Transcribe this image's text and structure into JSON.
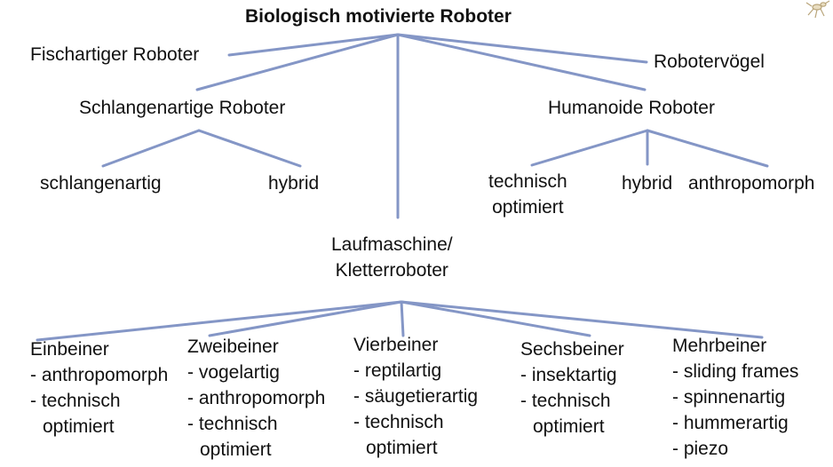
{
  "title": "Biologisch motivierte Roboter",
  "level1": {
    "fisch": "Fischartiger Roboter",
    "voegel": "Robotervögel",
    "schlange": "Schlangenartige Roboter",
    "humanoid": "Humanoide Roboter",
    "lauf": [
      "Laufmaschine/",
      "Kletterroboter"
    ]
  },
  "schlange_children": [
    "schlangenartig",
    "hybrid"
  ],
  "humanoid_children": {
    "technisch": [
      "technisch",
      "optimiert"
    ],
    "hybrid": "hybrid",
    "anthropomorph": "anthropomorph"
  },
  "lauf_children": [
    {
      "name": "Einbeiner",
      "lines": [
        "- anthropomorph",
        "- technisch",
        "optimiert"
      ]
    },
    {
      "name": "Zweibeiner",
      "lines": [
        "- vogelartig",
        "- anthropomorph",
        "- technisch",
        "optimiert"
      ]
    },
    {
      "name": "Vierbeiner",
      "lines": [
        "- reptilartig",
        "- säugetierartig",
        "- technisch",
        "optimiert"
      ]
    },
    {
      "name": "Sechsbeiner",
      "lines": [
        "- insektartig",
        "- technisch",
        "optimiert"
      ]
    },
    {
      "name": "Mehrbeiner",
      "lines": [
        "- sliding frames",
        "- spinnenartig",
        "- hummerartig",
        "- piezo"
      ]
    }
  ],
  "colors": {
    "connector": "#8496c6",
    "text": "#111111",
    "background": "#ffffff"
  },
  "decoration_icon": "robot-insect-icon"
}
